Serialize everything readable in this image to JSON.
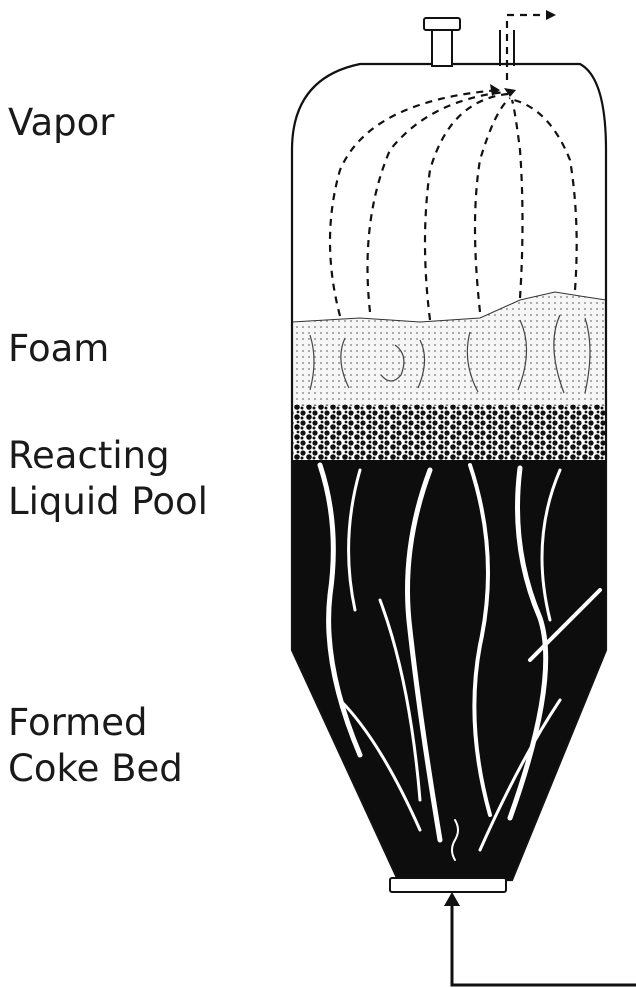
{
  "labels": {
    "vapor": "Vapor",
    "foam": "Foam",
    "pool": "Reacting\nLiquid Pool",
    "coke": "Formed\nCoke Bed"
  },
  "colors": {
    "ink": "#111111",
    "background": "#ffffff",
    "foam_fill": "#f4f4f4"
  }
}
